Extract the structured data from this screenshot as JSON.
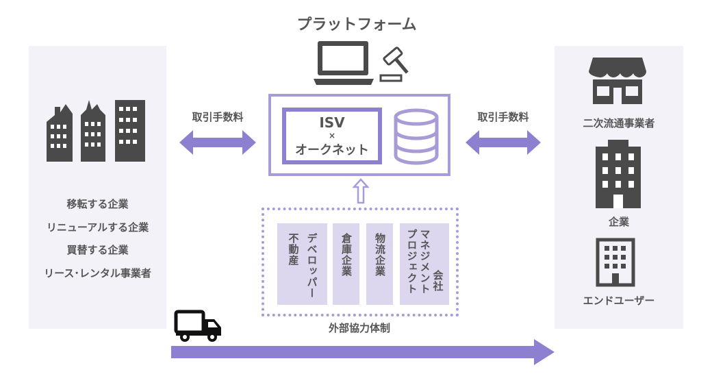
{
  "title": "プラットフォーム",
  "platform": {
    "line1": "ISV",
    "line2": "×",
    "line3": "オークネット"
  },
  "fee_left": "取引手数料",
  "fee_right": "取引手数料",
  "left_companies": [
    "移転する企業",
    "リニューアルする企業",
    "買替する企業",
    "リース･レンタル事業者"
  ],
  "right": {
    "secondary": "二次流通事業者",
    "company": "企業",
    "end_user": "エンドユーザー"
  },
  "partners": {
    "label": "外部協力体制",
    "items": [
      [
        "デベロッパー",
        "不動産"
      ],
      [
        "倉庫企業"
      ],
      [
        "物流企業"
      ],
      [
        "プロジェクト",
        "マネジメント",
        "会社"
      ]
    ]
  },
  "colors": {
    "accent": "#8e80d0",
    "light": "#a99cd6",
    "panel": "#f3f2f8",
    "box": "#dcd7ee",
    "icon": "#4a4a4a"
  }
}
